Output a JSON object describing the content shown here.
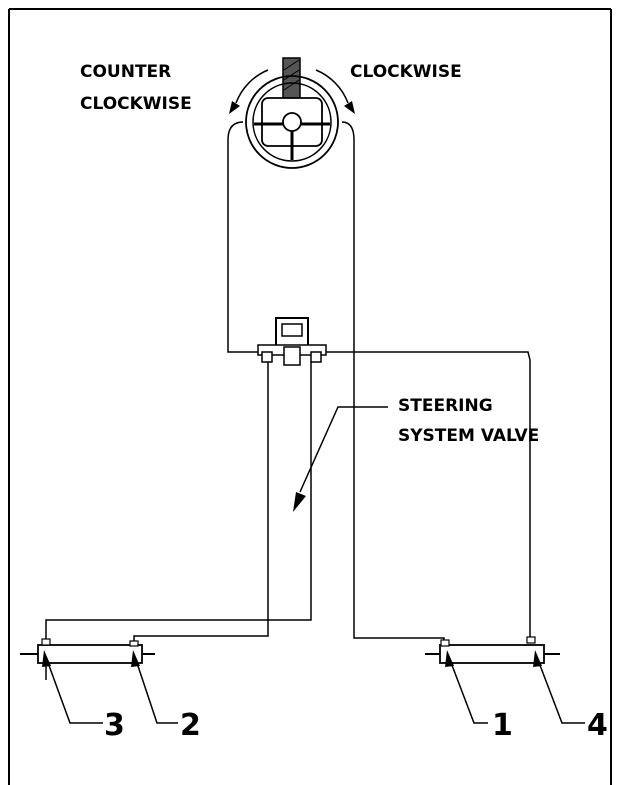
{
  "rotation": {
    "counter_clockwise_line1": "COUNTER",
    "counter_clockwise_line2": "CLOCKWISE",
    "clockwise": "CLOCKWISE"
  },
  "valve": {
    "label_line1": "STEERING",
    "label_line2": "SYSTEM VALVE"
  },
  "cylinders": {
    "label_1": "1",
    "label_2": "2",
    "label_3": "3",
    "label_4": "4"
  }
}
